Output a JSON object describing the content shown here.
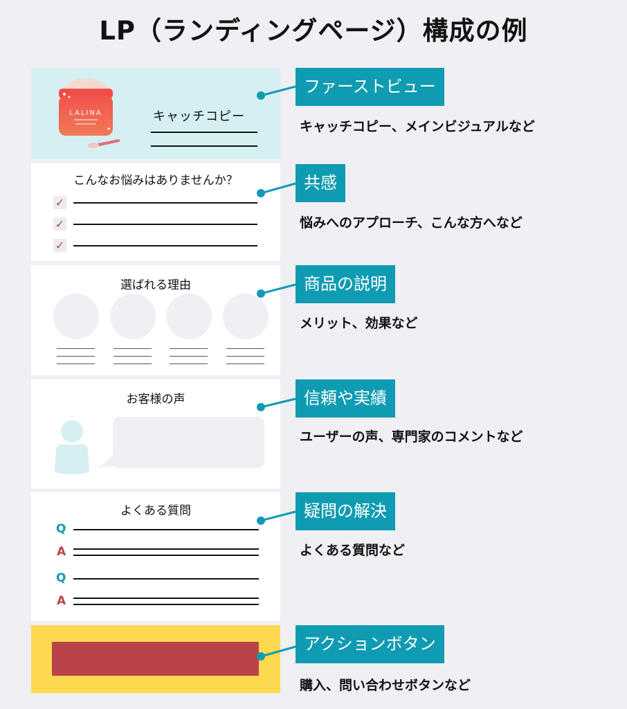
{
  "title": "LP（ランディングページ）構成の例",
  "colors": {
    "background": "#efeff4",
    "accent_teal": "#0f9bb2",
    "first_view_bg": "#d5eff2",
    "action_bg": "#fdd94f",
    "action_button": "#b9434a",
    "check_red": "#b9434a"
  },
  "sections": [
    {
      "label": "ファーストビュー",
      "description": "キャッチコピー、メインビジュアルなど",
      "mock": {
        "catch_copy": "キャッチコピー",
        "product_brand": "LALINA"
      }
    },
    {
      "label": "共感",
      "description": "悩みへのアプローチ、こんな方へなど",
      "mock": {
        "heading": "こんなお悩みはありませんか？",
        "check_mark": "✓"
      }
    },
    {
      "label": "商品の説明",
      "description": "メリット、効果など",
      "mock": {
        "heading": "選ばれる理由"
      }
    },
    {
      "label": "信頼や実績",
      "description": "ユーザーの声、専門家のコメントなど",
      "mock": {
        "heading": "お客様の声"
      }
    },
    {
      "label": "疑問の解決",
      "description": "よくある質問など",
      "mock": {
        "heading": "よくある質問",
        "q": "Q",
        "a": "A"
      }
    },
    {
      "label": "アクションボタン",
      "description": "購入、問い合わせボタンなど"
    }
  ]
}
